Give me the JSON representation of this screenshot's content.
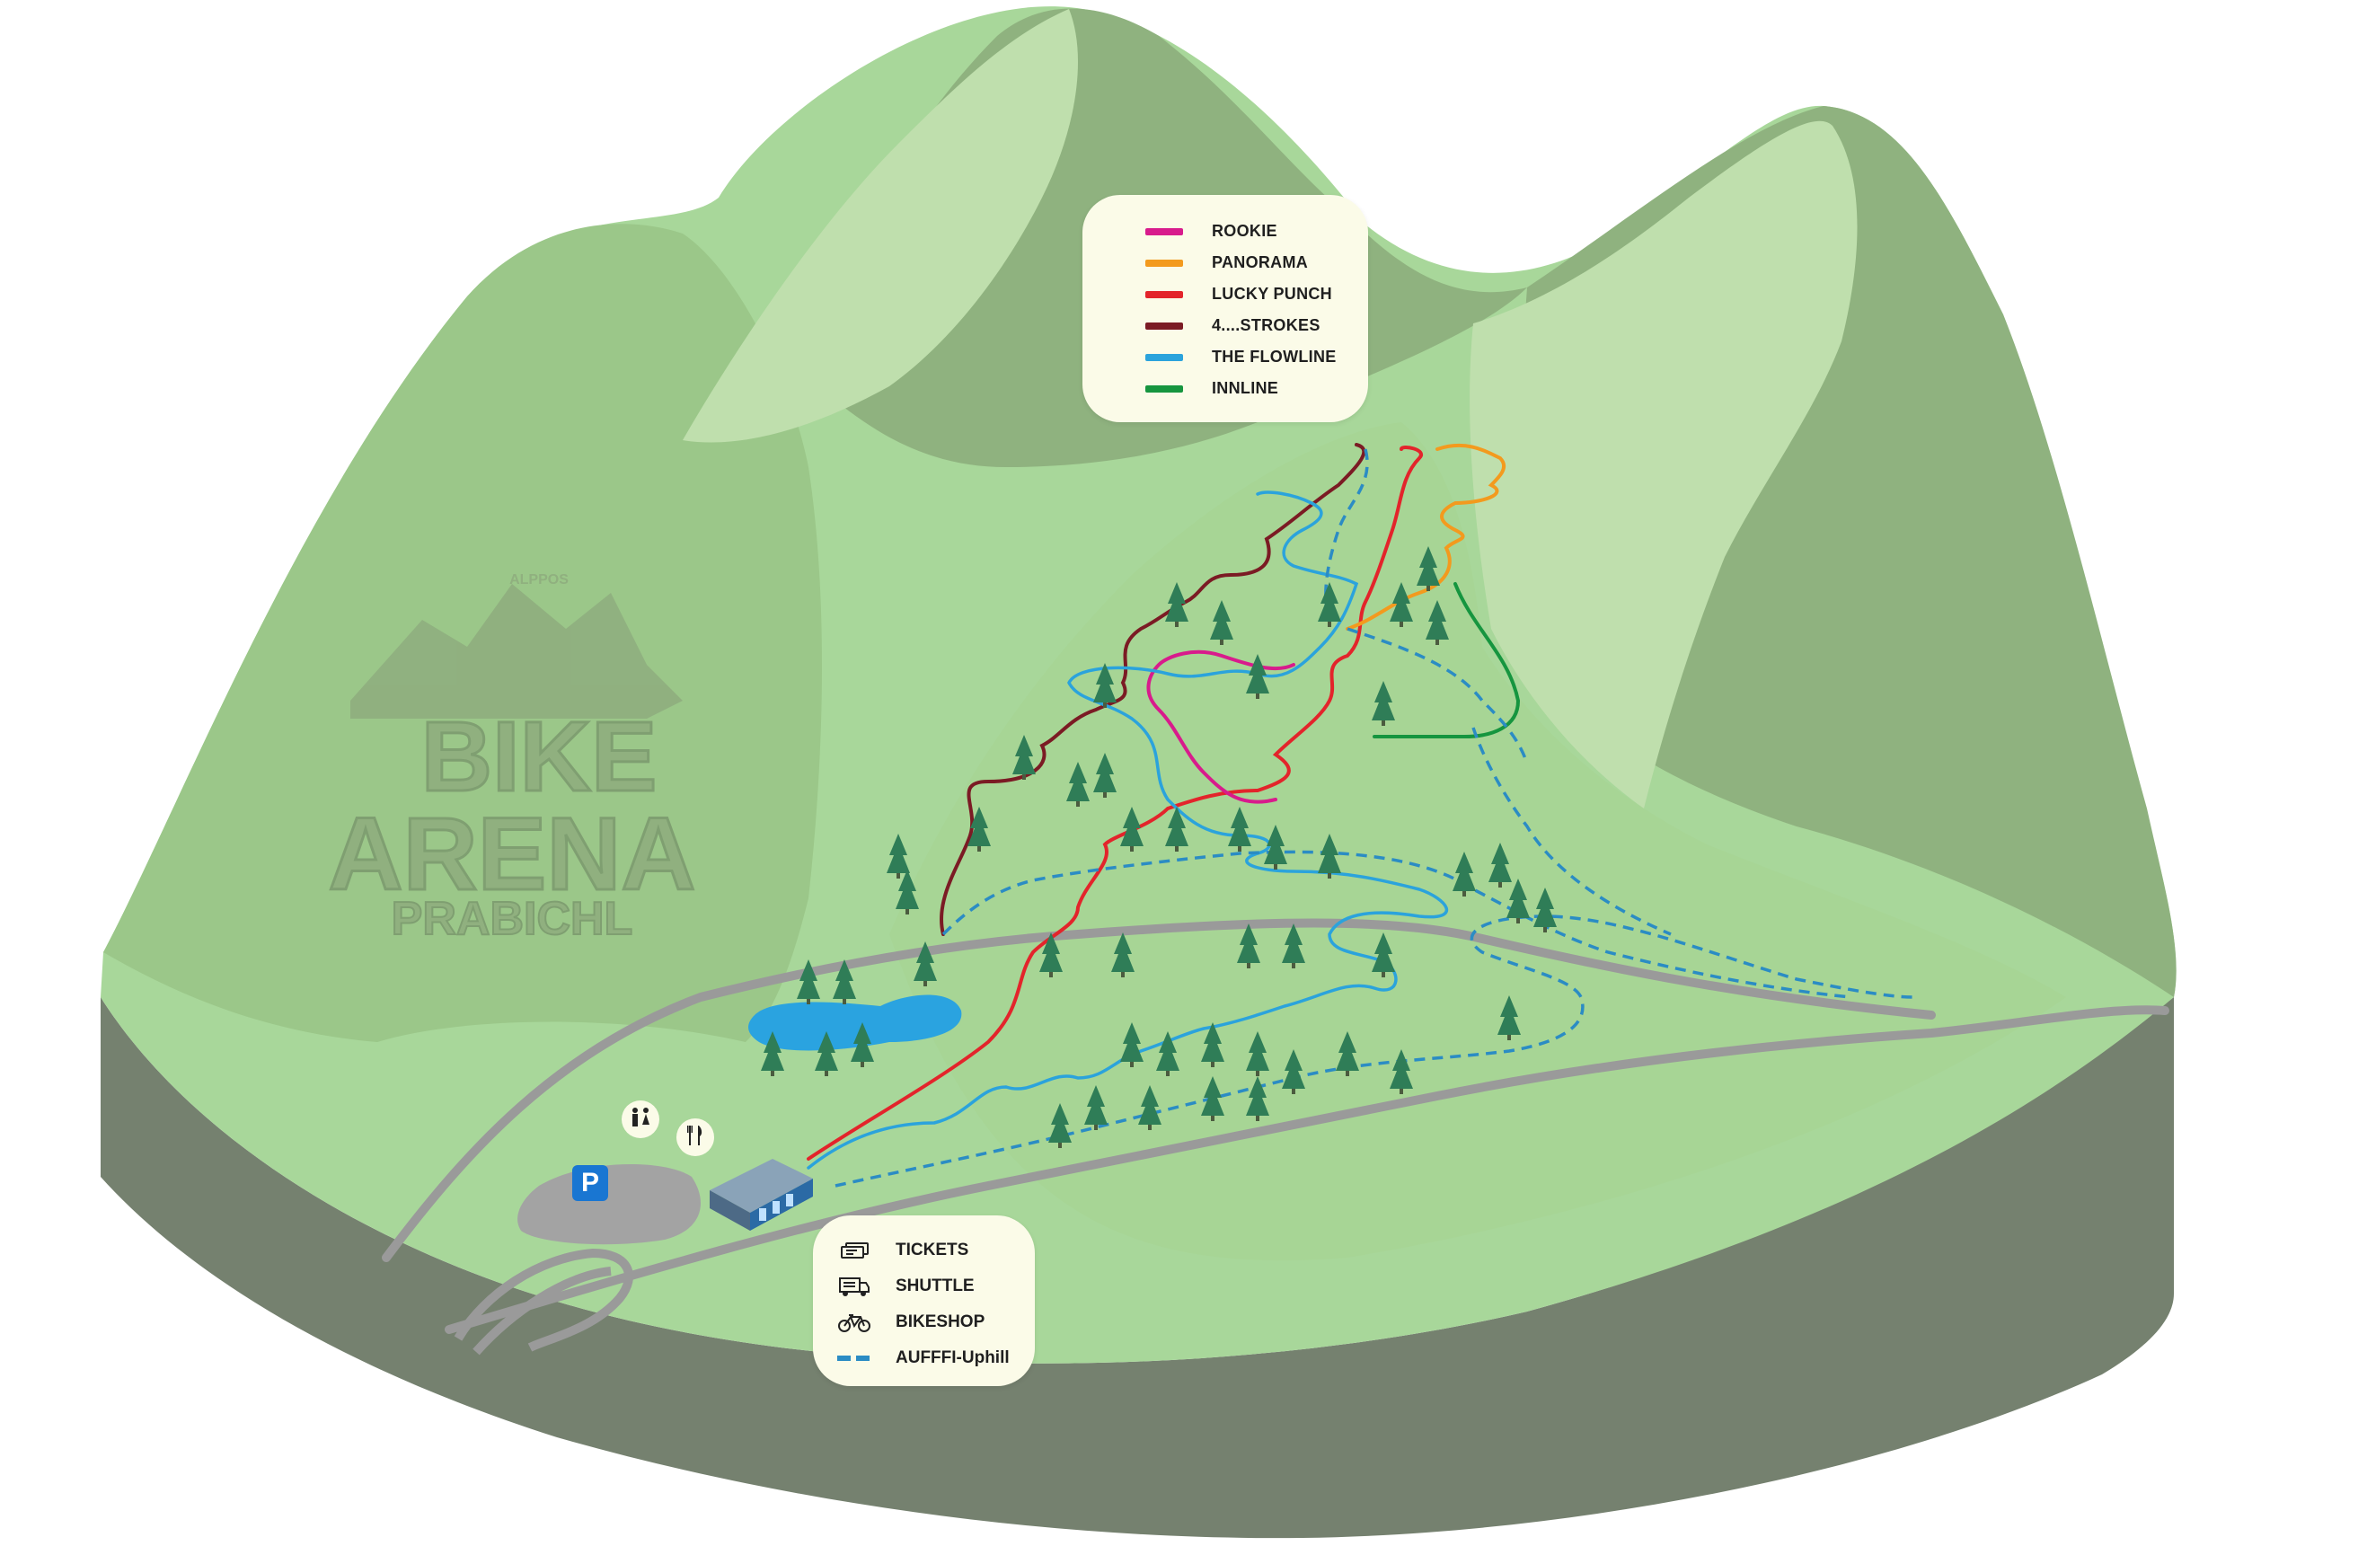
{
  "title": "BIKE ARENA PRABICHL",
  "logo_text": {
    "line1": "BIKE",
    "line2": "ARENA",
    "line3": "PRABICHL",
    "badge": "ALPPOS"
  },
  "colors": {
    "rookie": "#d81b8c",
    "panorama": "#f39a1e",
    "lucky_punch": "#e3242b",
    "four_strokes": "#7b1b24",
    "flowline": "#2ba3dc",
    "innline": "#16953f",
    "uphill": "#2b8cc4"
  },
  "trail_legend": [
    {
      "key": "rookie",
      "label": "ROOKIE",
      "color": "#d81b8c"
    },
    {
      "key": "panorama",
      "label": "PANORAMA",
      "color": "#f39a1e"
    },
    {
      "key": "lucky_punch",
      "label": "LUCKY PUNCH",
      "color": "#e3242b"
    },
    {
      "key": "four_strokes",
      "label": "4....STROKES",
      "color": "#7b1b24"
    },
    {
      "key": "flowline",
      "label": "THE FLOWLINE",
      "color": "#2ba3dc"
    },
    {
      "key": "innline",
      "label": "INNLINE",
      "color": "#16953f"
    }
  ],
  "service_legend": [
    {
      "key": "tickets",
      "icon": "ticket-icon",
      "label": "TICKETS"
    },
    {
      "key": "shuttle",
      "icon": "shuttle-icon",
      "label": "SHUTTLE"
    },
    {
      "key": "bikeshop",
      "icon": "bike-icon",
      "label": "BIKESHOP"
    },
    {
      "key": "uphill",
      "icon": "dashed-line-icon",
      "label": "AUFFFI-Uphill"
    }
  ],
  "pois": {
    "parking": "P",
    "toilets": "toilet-icon",
    "restaurant": "restaurant-icon"
  }
}
